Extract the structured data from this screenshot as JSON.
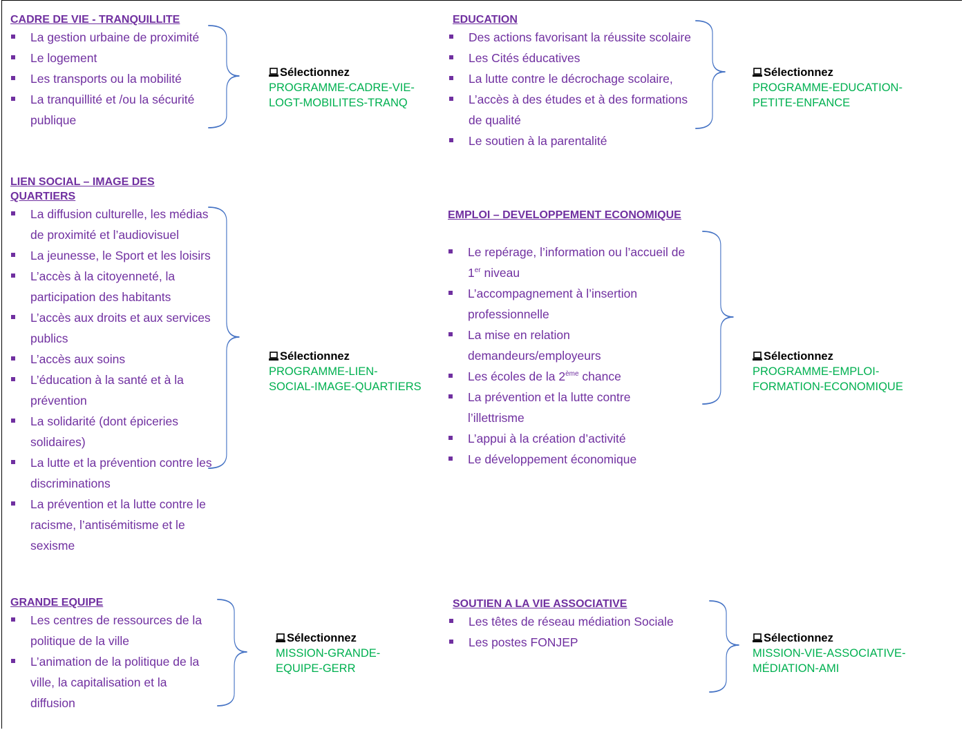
{
  "sections": {
    "cadre": {
      "title": "CADRE DE VIE - TRANQUILLITE",
      "items": [
        "La gestion urbaine de proximité",
        "Le logement",
        "Les transports ou la mobilité",
        [
          "La  tranquillité et /ou la sécurité",
          "publique"
        ]
      ],
      "select_label": "Sélectionnez",
      "program": [
        "PROGRAMME-CADRE-VIE-",
        "LOGT-MOBILITES-TRANQ"
      ]
    },
    "education": {
      "title": "EDUCATION",
      "items": [
        "Des actions favorisant la réussite scolaire",
        "Les Cités éducatives",
        "La lutte contre le décrochage scolaire,",
        [
          "L’accès à des études et à des formations",
          "de qualité"
        ],
        "Le soutien à la parentalité"
      ],
      "select_label": "Sélectionnez",
      "program": [
        "PROGRAMME-EDUCATION-",
        "PETITE-ENFANCE"
      ]
    },
    "lien": {
      "title_line1": "LIEN SOCIAL – IMAGE DES",
      "title_line2": "QUARTIERS",
      "items": [
        [
          "La diffusion culturelle, les médias",
          "de proximité et l’audiovisuel"
        ],
        "La jeunesse, le Sport et les loisirs",
        [
          "L’accès à la citoyenneté, la",
          "participation des habitants"
        ],
        [
          "L’accès aux  droits et aux services",
          "publics"
        ],
        "L’accès aux soins",
        [
          "L’éducation à la santé et à la",
          "prévention"
        ],
        [
          "La solidarité (dont épiceries",
          "solidaires)"
        ],
        [
          "La lutte et la prévention contre les",
          "discriminations"
        ],
        [
          "La prévention et la lutte contre le",
          "racisme, l’antisémitisme et le",
          "sexisme"
        ]
      ],
      "select_label": "Sélectionnez",
      "program": [
        "PROGRAMME-LIEN-",
        "SOCIAL-IMAGE-QUARTIERS"
      ]
    },
    "emploi": {
      "title": "EMPLOI – DEVELOPPEMENT ECONOMIQUE",
      "item1_line1": "Le repérage, l’information ou l’accueil de",
      "item1_num": "1",
      "item1_sup": "er",
      "item1_rest": " niveau",
      "item2": [
        "L’accompagnement à l’insertion",
        "professionnelle"
      ],
      "item3": [
        "La mise en relation",
        "demandeurs/employeurs"
      ],
      "item4_pre": "Les écoles de la 2",
      "item4_sup": "ème",
      "item4_post": " chance",
      "item5": [
        "La prévention et la lutte contre",
        "l’illettrisme"
      ],
      "item6": "L’appui à la création d’activité",
      "item7": "Le développement économique",
      "select_label": "Sélectionnez",
      "program": [
        "PROGRAMME-EMPLOI-",
        "FORMATION-ECONOMIQUE"
      ]
    },
    "grande": {
      "title": "GRANDE EQUIPE",
      "items": [
        [
          "Les centres de ressources de la",
          "politique de la ville"
        ],
        [
          "L’animation de la politique de la",
          "ville, la capitalisation et la",
          "diffusion"
        ]
      ],
      "select_label": "Sélectionnez",
      "program": [
        "MISSION-GRANDE-",
        "EQUIPE-GERR"
      ]
    },
    "soutien": {
      "title": "SOUTIEN A LA VIE ASSOCIATIVE",
      "items": [
        "Les têtes de réseau médiation Sociale",
        "Les postes FONJEP"
      ],
      "select_label": "Sélectionnez",
      "program": [
        "MISSION-VIE-ASSOCIATIVE-",
        "MÉDIATION-AMI"
      ]
    }
  },
  "colors": {
    "title": "#7030A0",
    "item": "#7030A0",
    "program": "#00B050",
    "brace": "#4472C4"
  },
  "icons": {
    "select": "laptop-icon",
    "bullet": "square-bullet-icon"
  }
}
